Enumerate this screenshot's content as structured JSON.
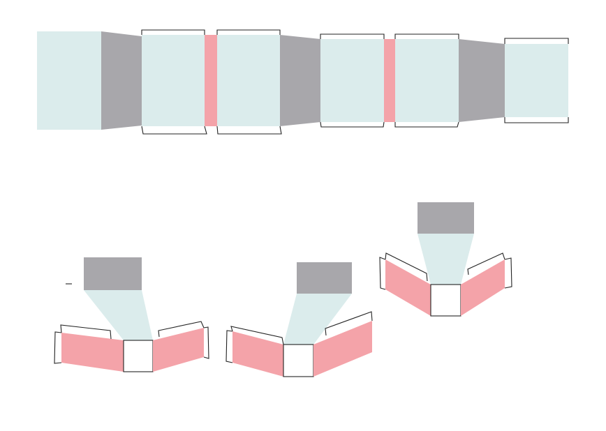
{
  "colors": {
    "panel_fill": "#dbecec",
    "dark_fill": "#a8a7ab",
    "pink_fill": "#f4a3a9",
    "white_fill": "#ffffff",
    "outline": "#222222"
  },
  "diagram": {
    "flat_strip": {
      "segments": [
        "panel",
        "dark-connector",
        "flap-panel",
        "pink-hinge",
        "flap-panel",
        "dark-connector",
        "flap-panel",
        "pink-hinge",
        "flap-panel",
        "dark-connector",
        "flap-panel"
      ]
    },
    "folded_assemblies": {
      "count": 3
    }
  }
}
